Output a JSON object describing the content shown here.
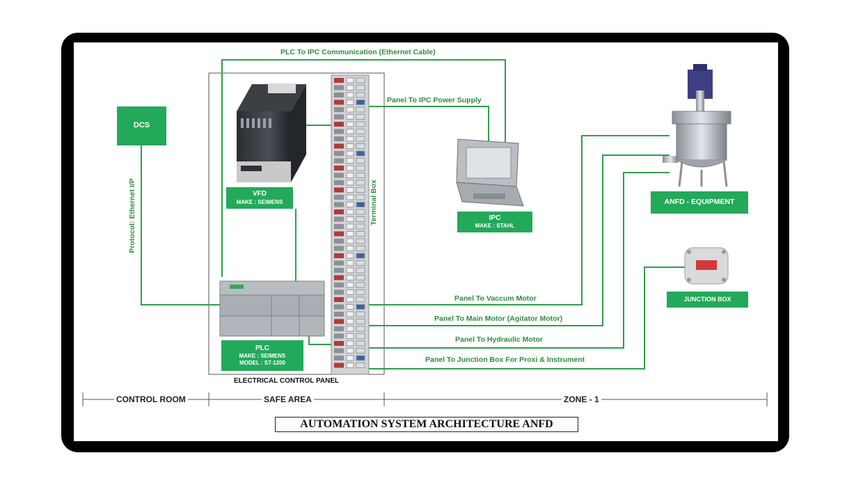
{
  "boxes": {
    "dcs": "DCS",
    "vfd_name": "VFD",
    "vfd_make": "MAKE : SEIMENS",
    "ipc_name": "IPC",
    "ipc_make": "MAKE : STAHL",
    "plc_name": "PLC",
    "plc_make": "MAKE : SEIMENS",
    "plc_model": "MODEL : S7-1200",
    "anfd": "ANFD - EQUIPMENT",
    "junction": "JUNCTION BOX"
  },
  "connections": {
    "plc_ipc": "PLC To IPC Communication (Ethernet Cable)",
    "panel_ipc_power": "Panel To IPC Power Supply",
    "vaccum": "Panel To Vaccum Motor",
    "main_motor": "Panel To Main Motor (Agitator Motor)",
    "hydraulic": "Panel To Hydraulic Motor",
    "junction": "Panel To Junction Box For Proxi & Instrument",
    "protocol": "Protocol: Ethernet I/P",
    "terminal_box": "Terminal Box"
  },
  "panel_label": "ELECTRICAL CONTROL PANEL",
  "zones": [
    "CONTROL ROOM",
    "SAFE AREA",
    "ZONE - 1"
  ],
  "title": "AUTOMATION SYSTEM ARCHITECTURE ANFD",
  "colors": {
    "box_green": "#23a95a",
    "line_green": "#2e9e4a",
    "frame": "#000000"
  },
  "icons": {
    "vfd": "vfd-device-icon",
    "plc": "plc-device-icon",
    "ipc": "ipc-terminal-icon",
    "reactor": "anfd-reactor-icon",
    "junction": "junction-box-icon",
    "terminals": "terminal-strip-icon"
  }
}
